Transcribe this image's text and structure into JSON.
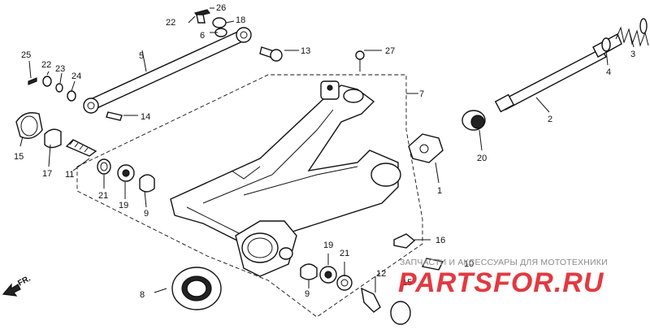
{
  "diagram": {
    "labels": [
      "1",
      "2",
      "3",
      "4",
      "5",
      "6",
      "7",
      "8",
      "9",
      "9",
      "10",
      "11",
      "12",
      "13",
      "14",
      "15",
      "15",
      "16",
      "17",
      "18",
      "19",
      "19",
      "20",
      "21",
      "21",
      "22",
      "22",
      "23",
      "24",
      "25",
      "26",
      "27"
    ],
    "front_marker": "FR."
  },
  "watermark": {
    "subtitle": "ЗАПЧАСТИ И АКСЕССУАРЫ ДЛЯ МОТОТЕХНИКИ",
    "brand": "PARTSFOR.RU",
    "brand_color": "#e0242c"
  }
}
